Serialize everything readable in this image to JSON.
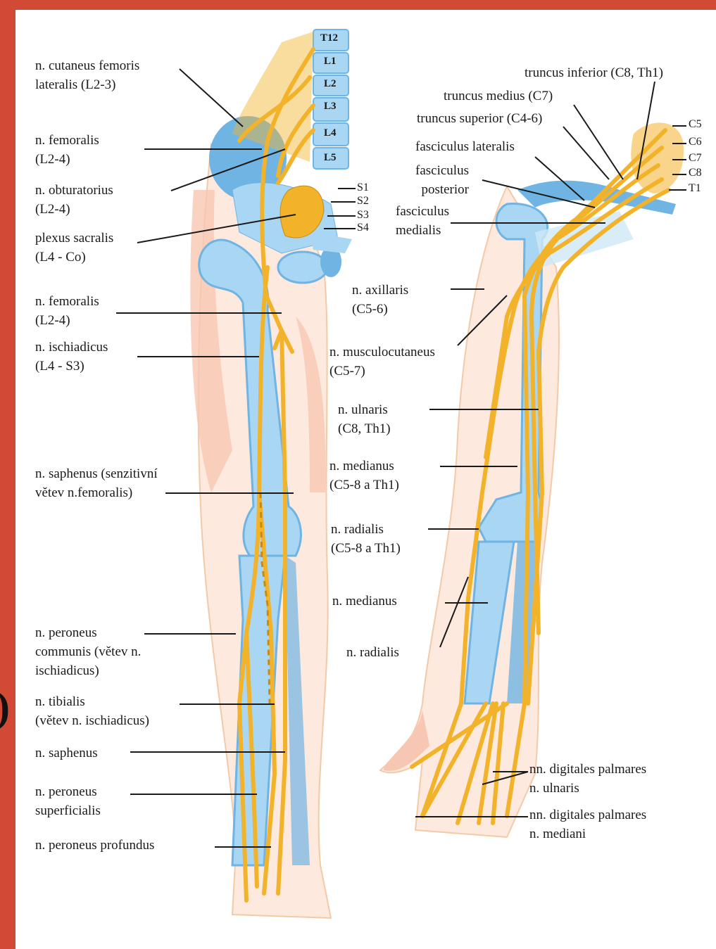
{
  "colors": {
    "border": "#d24a35",
    "nerve": "#f2b32a",
    "nerve_stroke": "#c98a12",
    "bone": "#a9d6f2",
    "bone_dark": "#6fb4e3",
    "skin": "#f7c7b3",
    "skin_light": "#fde9dd"
  },
  "vertebrae": [
    "T12",
    "L1",
    "L2",
    "L3",
    "L4",
    "L5"
  ],
  "sacral_roots": [
    "S1",
    "S2",
    "S3",
    "S4"
  ],
  "cervical_roots": [
    "C5",
    "C6",
    "C7",
    "C8",
    "T1"
  ],
  "leg_labels": [
    [
      "n. cutaneus femoris",
      "lateralis (L2-3)"
    ],
    [
      "n. femoralis",
      "(L2-4)"
    ],
    [
      "n. obturatorius",
      "(L2-4)"
    ],
    [
      "plexus sacralis",
      "(L4 - Co)"
    ],
    [
      "n. femoralis",
      "(L2-4)"
    ],
    [
      "n. ischiadicus",
      "(L4 - S3)"
    ],
    [
      "n. saphenus (senzitivní",
      "větev n.femoralis)"
    ],
    [
      "n. peroneus",
      "communis (větev n.",
      "ischiadicus)"
    ],
    [
      "n. tibialis",
      "(větev n. ischiadicus)"
    ],
    [
      "n. saphenus"
    ],
    [
      "n. peroneus",
      "superficialis"
    ],
    [
      "n. peroneus profundus"
    ]
  ],
  "arm_labels": [
    [
      "truncus inferior (C8, Th1)"
    ],
    [
      "truncus medius (C7)"
    ],
    [
      "truncus superior (C4-6)"
    ],
    [
      "fasciculus lateralis"
    ],
    [
      "fasciculus",
      "posterior"
    ],
    [
      "fasciculus",
      "medialis"
    ],
    [
      "n. axillaris",
      "(C5-6)"
    ],
    [
      "n. musculocutaneus",
      "(C5-7)"
    ],
    [
      "n. ulnaris",
      "(C8, Th1)"
    ],
    [
      "n. medianus",
      "(C5-8 a Th1)"
    ],
    [
      "n. radialis",
      "(C5-8 a Th1)"
    ],
    [
      "n. medianus"
    ],
    [
      "n. radialis"
    ],
    [
      "nn. digitales palmares",
      "n. ulnaris"
    ],
    [
      "nn. digitales palmares",
      "n. mediani"
    ]
  ],
  "edge_glyph": ")"
}
